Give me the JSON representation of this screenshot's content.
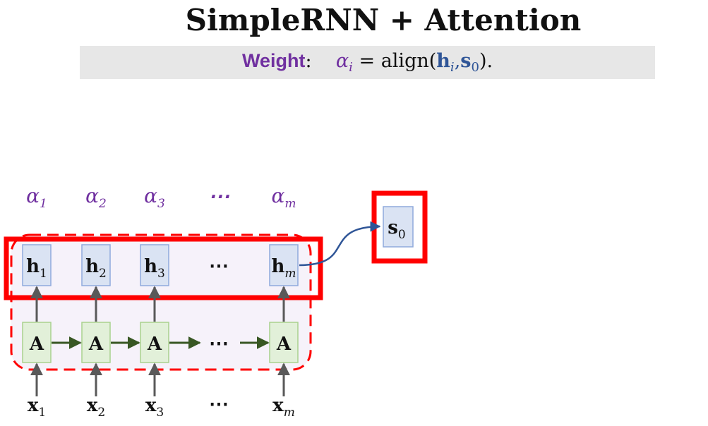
{
  "title": "SimpleRNN + Attention",
  "formula": {
    "label": "Weight",
    "colon": ":",
    "alpha": "α",
    "alpha_sub": "i",
    "equals": "=",
    "func": "align(",
    "h": "h",
    "h_sub": "i",
    "comma": ",",
    "s": "s",
    "s_sub": "0",
    "close": ")."
  },
  "weights": [
    {
      "sym": "α",
      "sub": "1"
    },
    {
      "sym": "α",
      "sub": "2"
    },
    {
      "sym": "α",
      "sub": "3"
    },
    {
      "sym": "⋯",
      "sub": ""
    },
    {
      "sym": "α",
      "sub": "m"
    }
  ],
  "hidden_states": [
    {
      "sym": "h",
      "sub": "1"
    },
    {
      "sym": "h",
      "sub": "2"
    },
    {
      "sym": "h",
      "sub": "3"
    },
    {
      "sym": "⋯",
      "sub": ""
    },
    {
      "sym": "h",
      "sub": "m"
    }
  ],
  "cells": [
    "A",
    "A",
    "A",
    "⋯",
    "A"
  ],
  "inputs": [
    {
      "sym": "x",
      "sub": "1"
    },
    {
      "sym": "x",
      "sub": "2"
    },
    {
      "sym": "x",
      "sub": "3"
    },
    {
      "sym": "⋯",
      "sub": ""
    },
    {
      "sym": "x",
      "sub": "m"
    }
  ],
  "decoder_state": {
    "sym": "s",
    "sub": "0"
  },
  "colors": {
    "purple": "#7030a0",
    "blue_text": "#2f5597",
    "box_blue_fill": "#dae3f3",
    "box_blue_stroke": "#8faadc",
    "box_green_fill": "#e2f0d9",
    "box_green_stroke": "#a9d18e",
    "arrow_green": "#385723",
    "arrow_gray": "#595959",
    "red": "#ff0000",
    "panel_fill": "#f6f2fa"
  }
}
